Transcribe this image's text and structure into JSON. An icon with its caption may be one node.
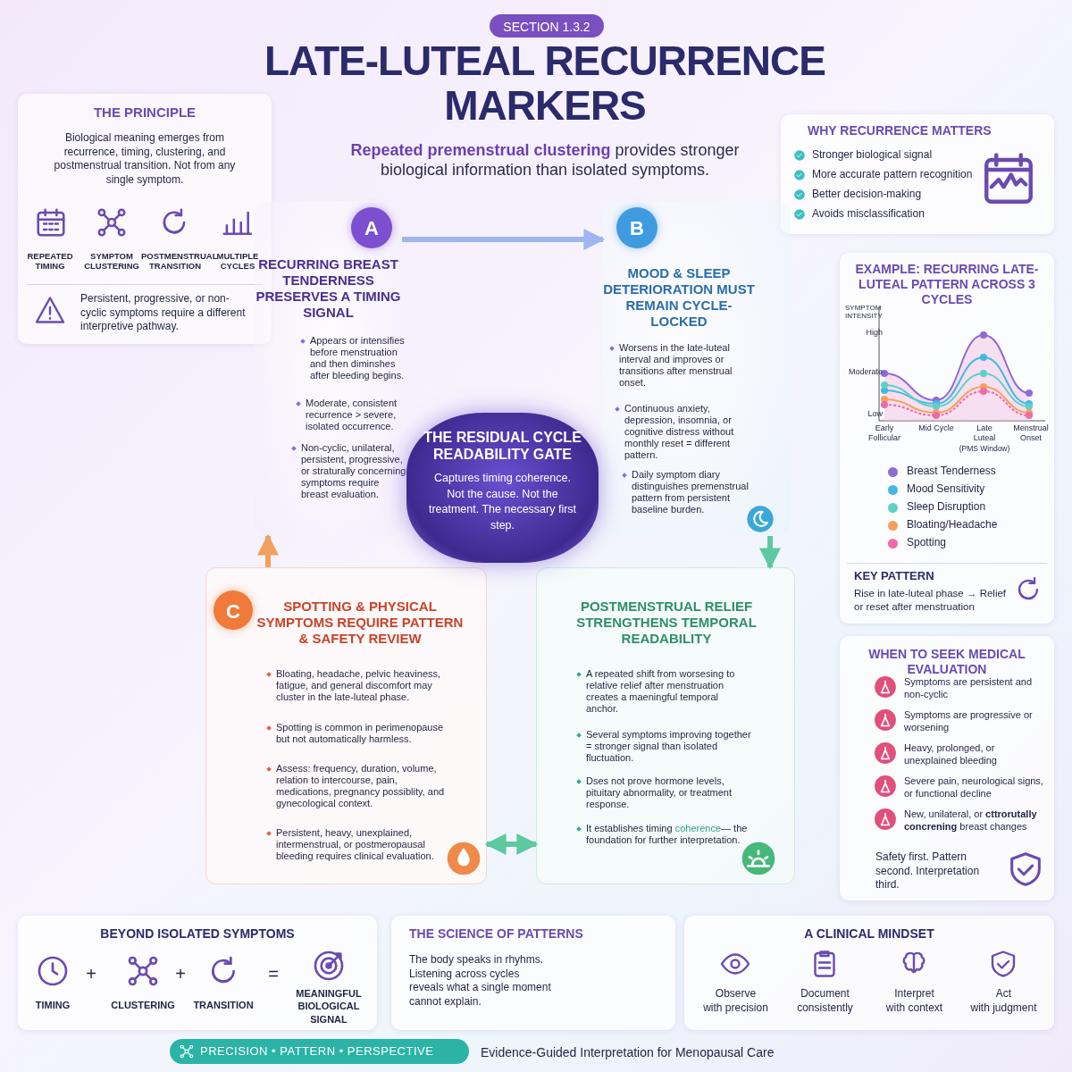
{
  "diagram": {
    "title": "LATE-LUTEAL RECURRENCE MARKERS",
    "nodes": [
      {
        "text": [
          "SECTION 1.3.2"
        ]
      },
      {
        "text": [
          "THE PRINCIPLE",
          "Biological meaning emerges from recurrence, timing, clustering, and postmenstrual transition. Not from any single symptom."
        ]
      },
      {
        "text": [
          "Persistent, progressive, or non-cyclic symptoms require a different interpretive pathway."
        ],
        "in": 1
      },
      {
        "text": [
          "WHY RECURRENCE MATTERS",
          "Stronger biological signal",
          "More accurate pattern recognition",
          "Better decision-making",
          "Avoids misclassification"
        ]
      },
      {
        "text": [
          "RECURRING BREAST TENDERNESS PRESERVES A TIMING SIGNAL",
          "Appears or intensifies before menstruation and then diminshes after bleeding begins.",
          "Moderate, consistent recurrence > severe, isolated occurrence.",
          "Non-cyclic, unilateral, persistent, progressive, or straturally concerning symptoms require breast evaluation."
        ]
      },
      {
        "text": [
          "A"
        ],
        "in": 4
      },
      {
        "text": [
          "MOOD & SLEEP DETERIORATION MUST REMAIN CYCLE-LOCKED",
          "Worsens in the late-luteal interval and improves or transitions after menstrual onset.",
          "Continuous anxiety, depression, insomnia, or cognitive distress without monthly reset = different pattern.",
          "Daily symptom diary distinguishes premenstrual pattern from persistent baseline burden."
        ]
      },
      {
        "text": [
          "B"
        ],
        "in": 6
      },
      {
        "text": [
          "SPOTTING & PHYSICAL SYMPTOMS REQUIRE PATTERN & SAFETY REVIEW",
          "Bloating, headache, pelvic heaviness, fatigue, and general discomfort may cluster in the late-luteal phase.",
          "Spotting is common in perimenopause but not automatically harmless.",
          "Assess: frequency, duration, volume, relation to intercourse, pain, medications, pregnancy possiblity, and gynecological context.",
          "Persistent, heavy, unexplained, intermenstrual, or postmeropausal bleeding requires clinical evaluation."
        ]
      },
      {
        "text": [
          "C"
        ],
        "in": 8
      },
      {
        "text": [
          "POSTMENSTRUAL RELIEF STRENGTHENS TEMPORAL READABILITY",
          "A repeated shift from worsesing to relative relief after menstruation creates a maeningful temporal anchor.",
          "Several symptoms improving together = stronger signal than isolated fluctuation.",
          "Dses not prove hormone levels, pituitary abnormality, or treatment response.",
          "It establishes timing **coherence**— the foundation for further interpretation."
        ]
      },
      {
        "text": [
          "THE RESIDUAL CYCLE READABILITY GATE",
          "Captures timing coherence. Not the cause. Not the treatment. The necessary first step."
        ]
      },
      {
        "text": [
          "EXAMPLE: RECURRING LATE-LUTEAL PATTERN ACROSS 3 CYCLES"
        ]
      },
      {
        "text": [
          "KEY PATTERN",
          "Rise in late-luteal phase → Relief or reset after menstruation"
        ],
        "in": 12
      },
      {
        "text": [
          "WHEN TO SEEK MEDICAL EVALUATION",
          "Symptoms are persistent and non-cyclic",
          "Symptoms are progressive or worsening",
          "Heavy, prolonged, or unexplained bleeding",
          "Severe pain, neurological signs, or functional decline",
          "New, unilateral, or **cttrorutally concrening** breast changes",
          "Safety first. Pattern second. Interpretation third."
        ]
      },
      {
        "text": [
          "BEYOND ISOLATED SYMPTOMS",
          "TIMING",
          "+",
          "CLUSTERING",
          "+",
          "TRANSITION",
          "=",
          "MEANINGFUL BIOLOGICAL SIGNAL"
        ]
      },
      {
        "text": [
          "THE SCIENCE OF PATTERNS",
          "The body speaks in rhyhms. Listening across cycles reveals what a single moment cannot explain."
        ]
      },
      {
        "text": [
          "A CLINICAL MINDSET",
          "Observe",
          "with precision",
          "Document",
          "consistently",
          "Interpret",
          "with context",
          "Act",
          "with judgment"
        ]
      },
      {
        "text": [
          "PRECISION • PATTERN • PERSPECTIVE"
        ]
      }
    ],
    "edges": [
      {
        "from": 4,
        "to": 6,
        "arrow": "to",
        "color": "#9fb6ee"
      },
      {
        "from": 6,
        "to": 10,
        "arrow": "to",
        "color": "#5cc9a0"
      },
      {
        "from": 10,
        "to": 8,
        "arrow": "both",
        "color": "#5cc9a0"
      },
      {
        "from": 8,
        "to": 4,
        "arrow": "to",
        "color": "#f0a060"
      }
    ],
    "labels": [
      "**Repeated premenstrual clustering** provides stronger biological information than isolated symptoms.",
      "REPEATED TIMING",
      "SYMPTOM CLUSTERING",
      "POSTMENSTRUAL TRANSITION",
      "MULTIPLE CYCLES",
      "SYMPTOM INTENSITY",
      "High",
      "Moderate",
      "Low",
      "Early Follicular",
      "Mid Cycle",
      "Late Luteal",
      "(PMS Window)",
      "Menstrual Onset",
      "Evidence-Guided Interpretation for Menopausal Care"
    ],
    "legend": [
      {
        "text": "Breast Tenderness",
        "color": "#8e6bd6"
      },
      {
        "text": "Mood Sensitivity",
        "color": "#45b8e0"
      },
      {
        "text": "Sleep Disruption",
        "color": "#5fd0c8"
      },
      {
        "text": "Bloating/Headache",
        "color": "#f5a05a"
      },
      {
        "text": "Spotting",
        "color": "#f06aa8"
      }
    ]
  }
}
